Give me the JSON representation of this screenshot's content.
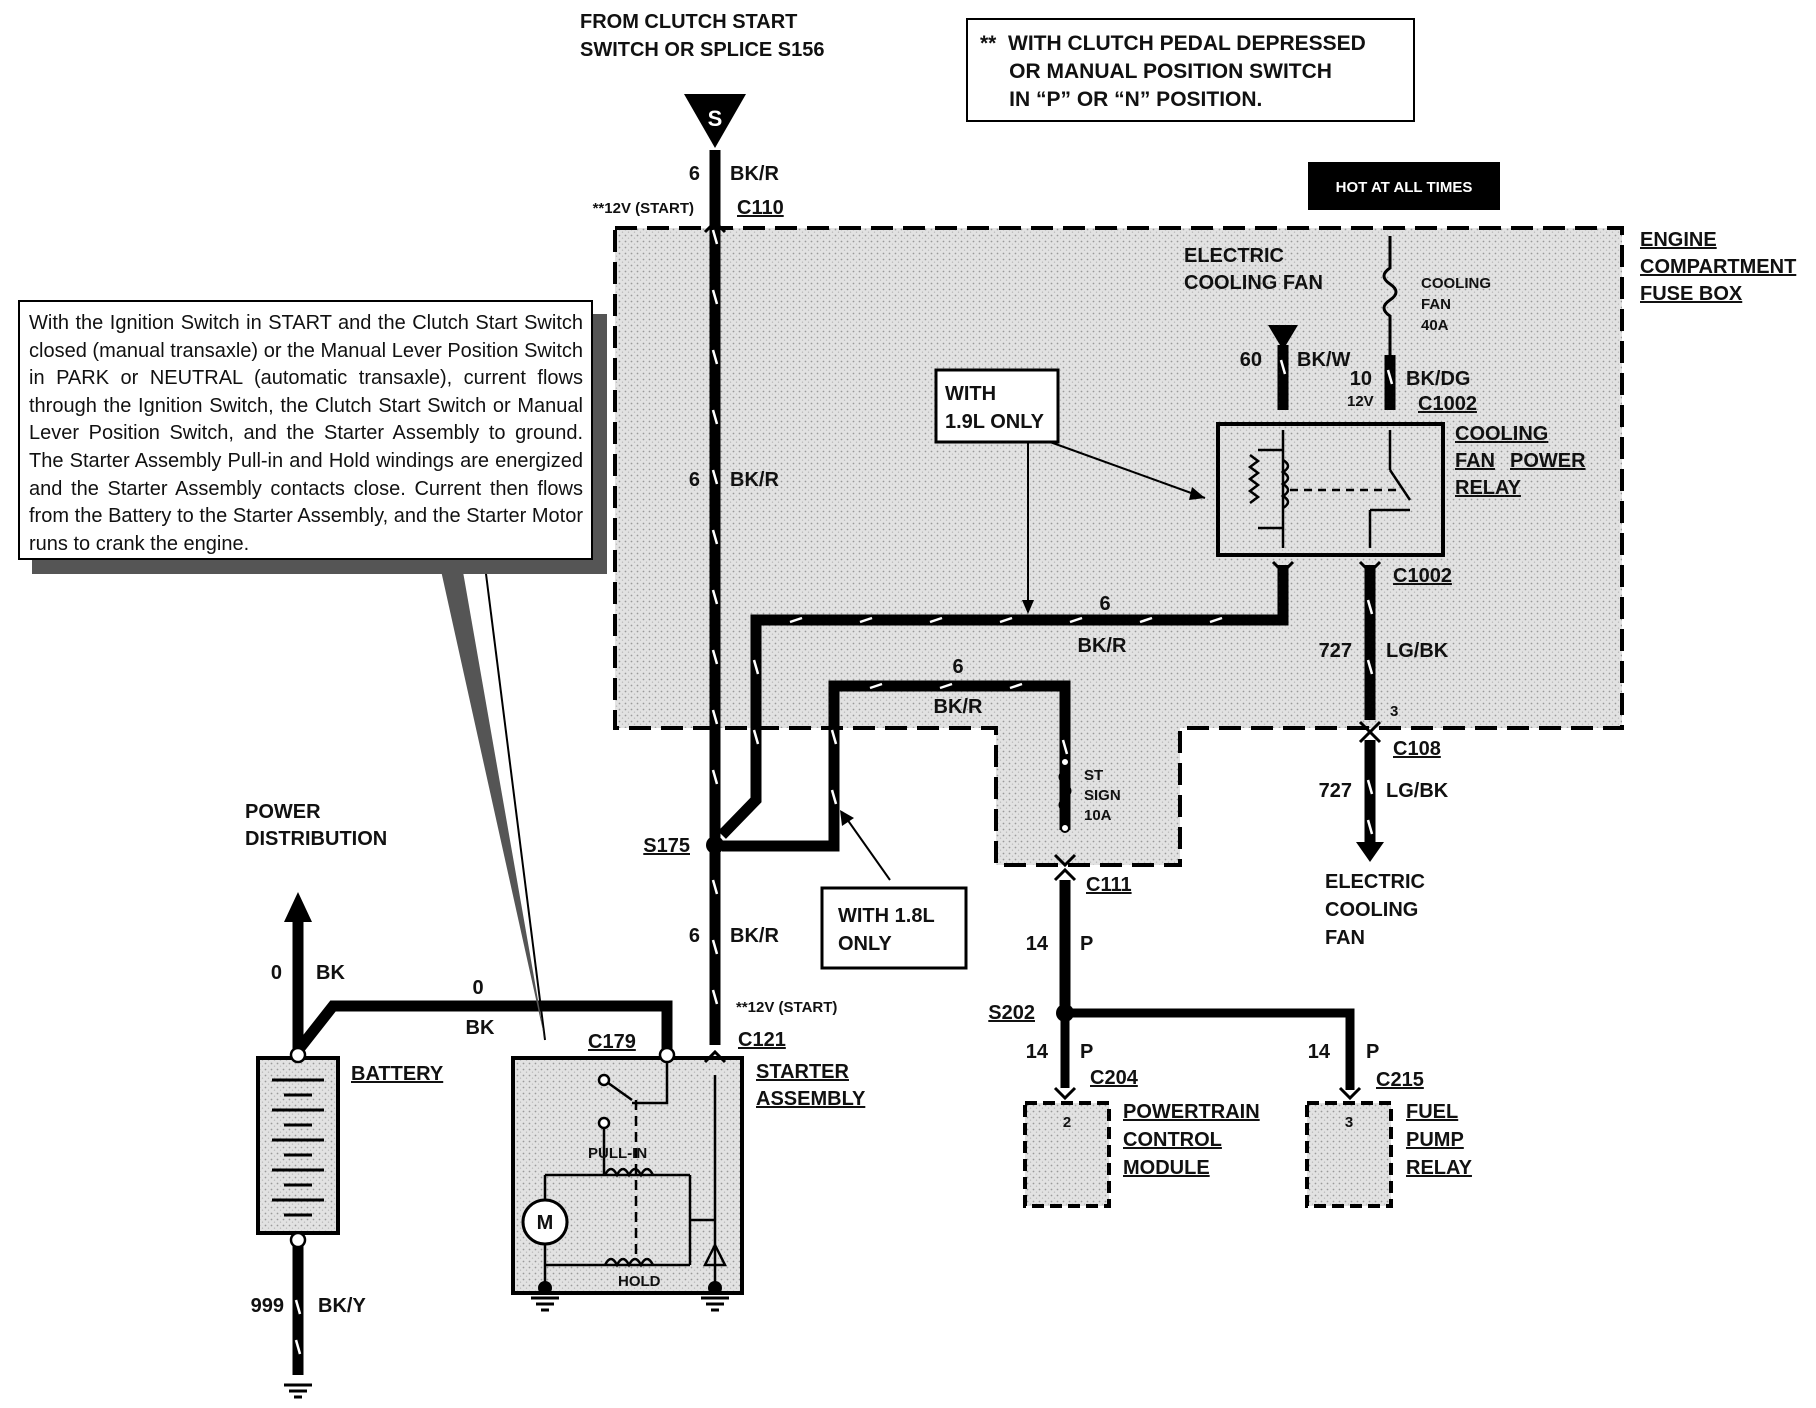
{
  "header": {
    "from_line1": "FROM CLUTCH START",
    "from_line2": "SWITCH OR SPLICE S156",
    "note_line1": "**  WITH CLUTCH PEDAL DEPRESSED",
    "note_line2": "     OR MANUAL POSITION SWITCH",
    "note_line3": "     IN “P” OR “N” POSITION.",
    "hot_at_all_times": "HOT AT ALL TIMES"
  },
  "description": "With the Ignition Switch in START and the Clutch Start Switch closed (manual transaxle) or the Manual Lever Position Switch in PARK or NEUTRAL (automatic transaxle), current flows through the Ignition Switch, the Clutch Start Switch or Manual Lever Position Switch, and the Starter Assembly to ground. The Starter Assembly Pull-in and Hold windings are energized and the Starter Assembly contacts close. Current then flows from the Battery to the Starter Assembly, and the Starter Motor runs to crank the engine.",
  "symbols": {
    "splice_s": "S",
    "motor_m": "M"
  },
  "fuse_box": {
    "line1": "ENGINE",
    "line2": "COMPARTMENT",
    "line3": "FUSE BOX"
  },
  "fan_fuse_title": {
    "line1": "ELECTRIC",
    "line2": "COOLING FAN"
  },
  "fuse_cooling_fan": {
    "line1": "COOLING",
    "line2": "FAN",
    "line3": "40A"
  },
  "fuse_st_sign": {
    "line1": "ST",
    "line2": "SIGN",
    "line3": "10A"
  },
  "relay": {
    "line1": "COOLING",
    "line2a": "FAN",
    "line2b": "POWER",
    "line3": "RELAY"
  },
  "callouts": {
    "with19_line1": "WITH",
    "with19_line2": "1.9L ONLY",
    "with18_line1": "WITH 1.8L",
    "with18_line2": "ONLY"
  },
  "wires": {
    "top_num": "6",
    "top_color": "BK/R",
    "mid_num": "6",
    "mid_color": "BK/R",
    "lower_num": "6",
    "lower_color": "BK/R",
    "h1_num": "6",
    "h1_color": "BK/R",
    "h2_num": "6",
    "h2_color": "BK/R",
    "w60_num": "60",
    "w60_color": "BK/W",
    "w10_num": "10",
    "w10_color": "BK/DG",
    "w727a_num": "727",
    "w727a_color": "LG/BK",
    "w727b_num": "727",
    "w727b_color": "LG/BK",
    "w14a_num": "14",
    "w14a_color": "P",
    "w14b_num": "14",
    "w14b_color": "P",
    "w14c_num": "14",
    "w14c_color": "P",
    "bk0_num": "0",
    "bk0_color": "BK",
    "bk0h_num": "0",
    "bk0h_color": "BK",
    "w999_num": "999",
    "w999_color": "BK/Y"
  },
  "voltage": {
    "start_top": "**12V (START)",
    "start_bottom": "**12V (START)",
    "relay_12v": "12V"
  },
  "connectors": {
    "c110": "C110",
    "c1002_top": "C1002",
    "c1002_bot": "C1002",
    "c108": "C108",
    "c111": "C111",
    "c121": "C121",
    "c179": "C179",
    "c204": "C204",
    "c215": "C215",
    "pin3": "3",
    "pin_pcm": "2",
    "pin_fpr": "3"
  },
  "splices": {
    "s175": "S175",
    "s202": "S202"
  },
  "components": {
    "power_dist_1": "POWER",
    "power_dist_2": "DISTRIBUTION",
    "battery": "BATTERY",
    "starter_1": "STARTER",
    "starter_2": "ASSEMBLY",
    "pull_in": "PULL-IN",
    "hold": "HOLD",
    "fan_out_1": "ELECTRIC",
    "fan_out_2": "COOLING",
    "fan_out_3": "FAN",
    "pcm_1": "POWERTRAIN",
    "pcm_2": "CONTROL",
    "pcm_3": "MODULE",
    "fpr_1": "FUEL",
    "fpr_2": "PUMP",
    "fpr_3": "RELAY"
  }
}
